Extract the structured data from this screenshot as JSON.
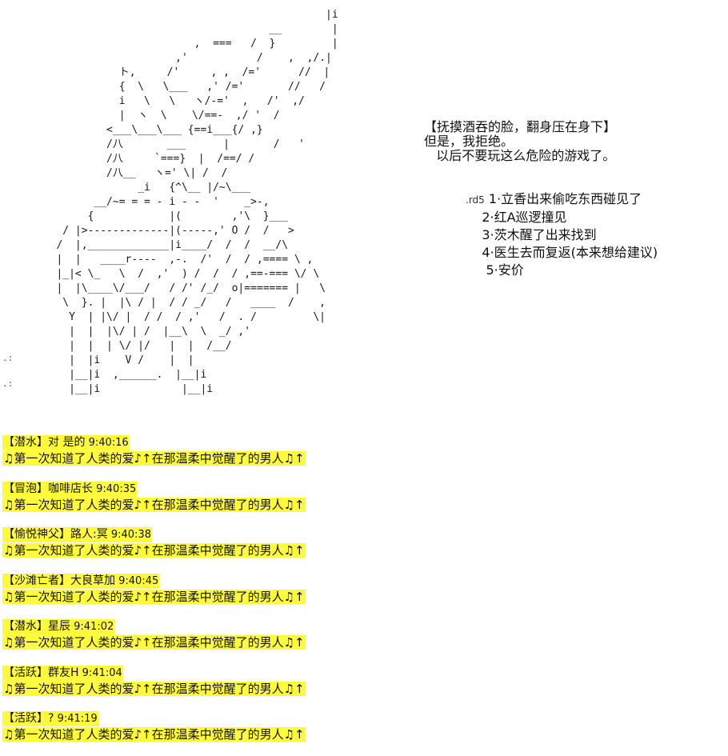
{
  "art": {
    "ascii_lines": [
      "                                                    |i",
      "                                           __        |",
      "                               ,  ===   /  }         |",
      "                            ,'           /    ,  ,/.|",
      "                   ト,     /'     , ,  /='      //  |",
      "                   {  \\   \\___   ,' /='       //   /",
      "                   i   \\   \\   ヽ/-='  ,   /'  ,/",
      "                   |  ヽ  \\    \\/==-  ,/ '  /",
      "                 <___\\___\\___ {==i___{/ ,}",
      "                 /八       ___      |       /   '",
      "                 /八     `===}  |  /==/ /",
      "                 /八__   ヽ=' \\| /  /",
      "                      _i   {^\\__ |/~\\___",
      "               __/~= = = - i - -  '    _>-,",
      "              {            |(        ,'\\  }___",
      "          / |>-------------|(-----,' O /  /   >",
      "         /  |,_____________|i____/  /  /  __/\\",
      "         |  |   ____r----  ,-.  /'  /  / ,==== \\ ,",
      "         |_|< \\_   \\  /  ,'  ) /  /  / ,==-=== \\/ \\",
      "         |  |\\____\\/___/   / /' /_/  o|======= |   \\",
      "          \\  }. |  |\\ / |  / / _/   /   ____  /    ,",
      "           Y  | |\\/ |  / /  / ,'   /  . /         \\|",
      "           |  |  |\\/ | /  |__\\  \\  _/ ,'",
      "           |  |  | \\/ |/   |  |  /__/",
      "           |  |i    V /    |  |",
      "           |__|i  ,______.  |__|i",
      "           |__|i             |__|i"
    ]
  },
  "side_dots": [
    ".:",
    "",
    ".:"
  ],
  "narration": {
    "lines": [
      "【抚摸酒吞的脸，翻身压在身下】",
      "但是，我拒绝。",
      "   以后不要玩这么危险的游戏了。"
    ]
  },
  "roll": {
    "tag": ".rd5",
    "options": [
      "1·立香出来偷吃东西碰见了",
      "2·红A巡逻撞见",
      "3·茨木醒了出来找到",
      "4·医生去而复返(本来想给建议)",
      "5·安价"
    ]
  },
  "chat": {
    "message": "♫第一次知道了人类的爱♪↑在那温柔中觉醒了的男人♫↑",
    "entries": [
      {
        "tag": "【潜水】",
        "name": "对 是的",
        "time": "9:40:16"
      },
      {
        "tag": "【冒泡】",
        "name": "咖啡店长",
        "time": "9:40:35"
      },
      {
        "tag": "【愉悦神父】",
        "name": "路人:冥",
        "time": "9:40:38"
      },
      {
        "tag": "【沙滩亡者】",
        "name": "大良草加",
        "time": "9:40:45"
      },
      {
        "tag": "【潜水】",
        "name": "星辰",
        "time": "9:41:02"
      },
      {
        "tag": "【活跃】",
        "name": "群友H",
        "time": "9:41:04"
      },
      {
        "tag": "【活跃】",
        "name": "?",
        "time": "9:41:19"
      }
    ]
  },
  "colors": {
    "highlight": "#fffb3a",
    "text": "#111111",
    "background": "#ffffff"
  }
}
